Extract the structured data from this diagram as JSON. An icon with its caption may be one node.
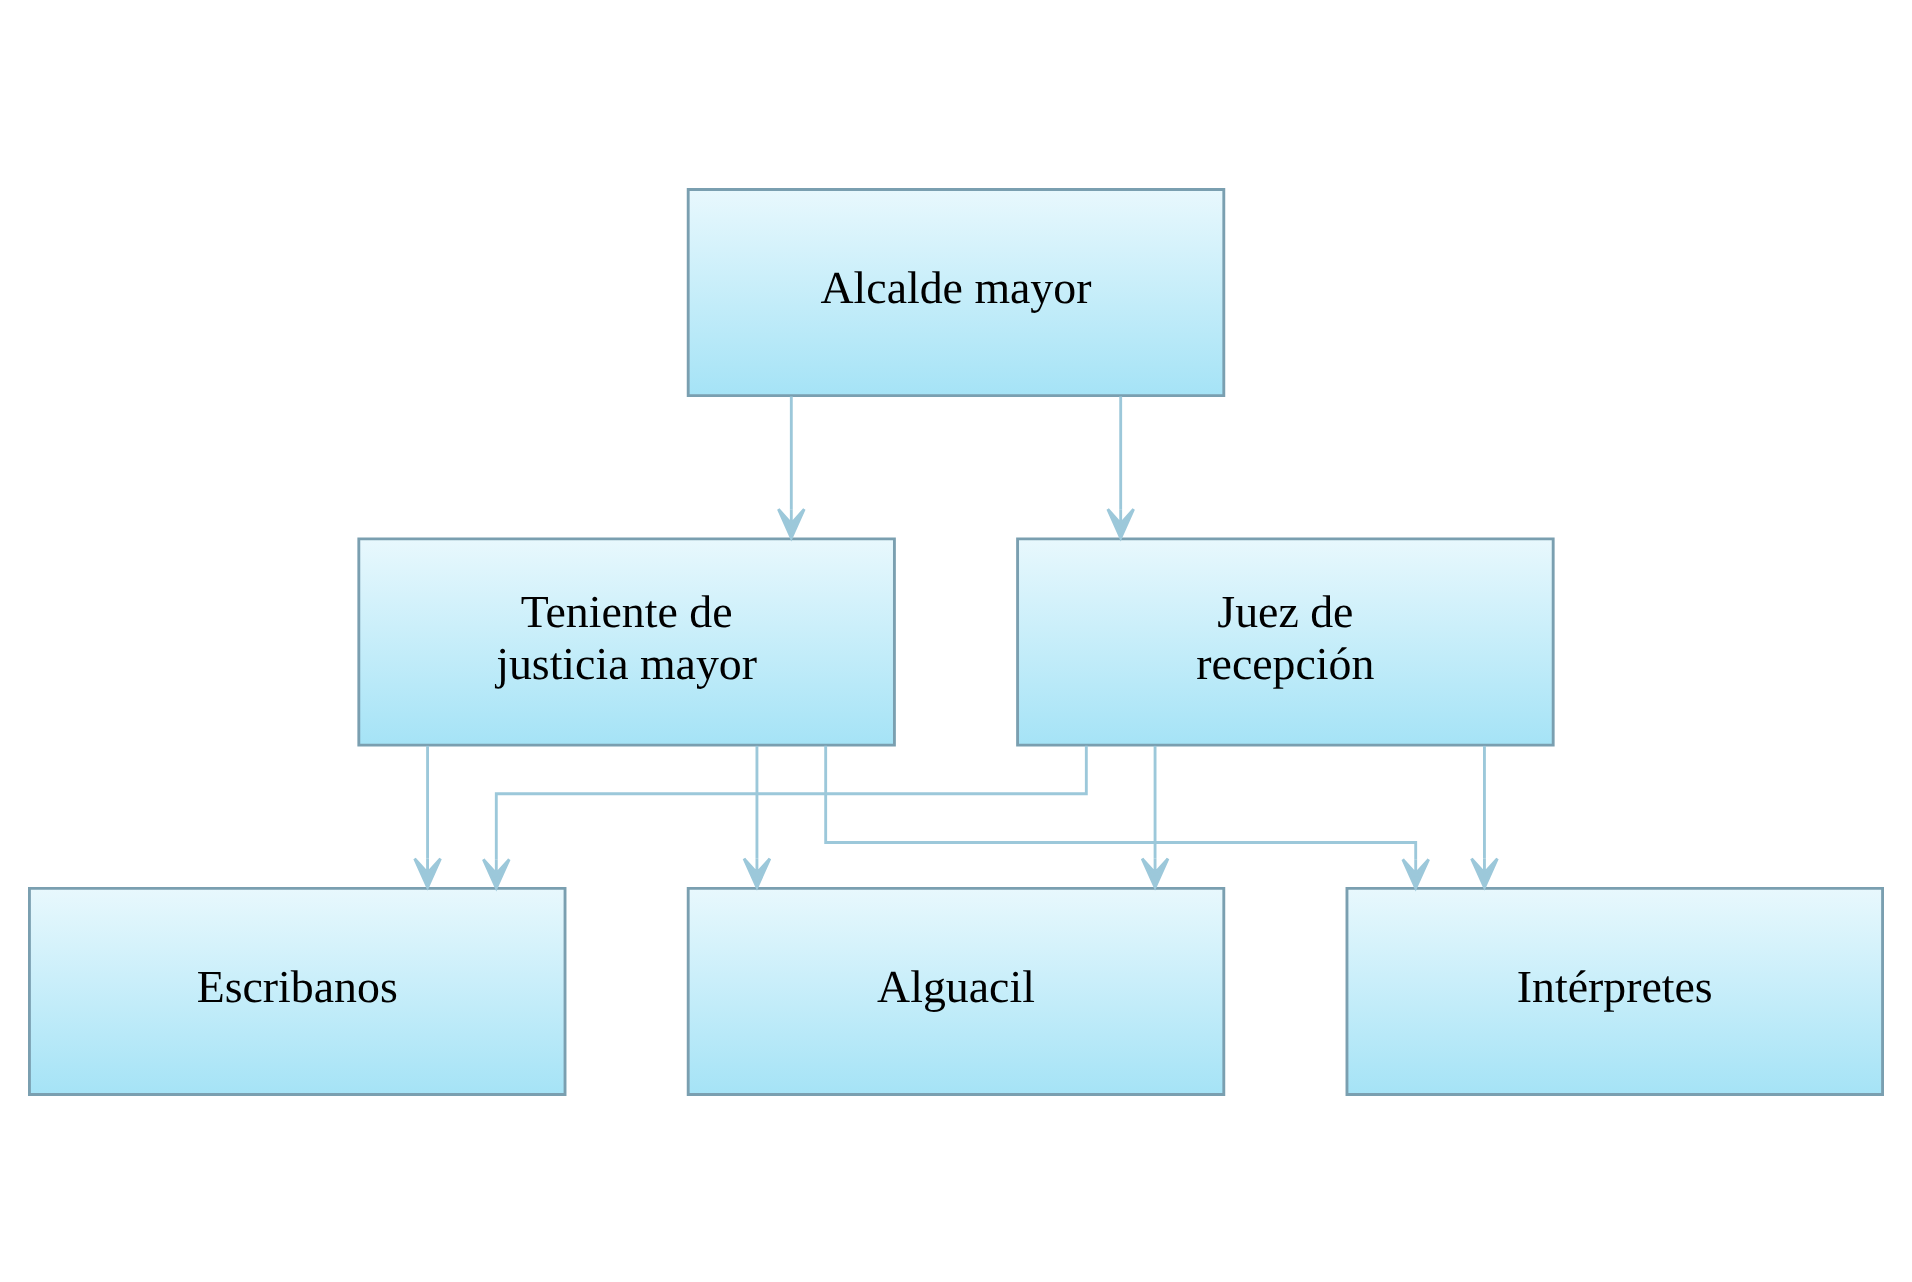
{
  "diagram": {
    "nodes": [
      {
        "text": [
          "Alcalde mayor"
        ]
      },
      {
        "text": [
          "Teniente de justicia mayor"
        ]
      },
      {
        "text": [
          "Juez de recepción"
        ]
      },
      {
        "text": [
          "Escribanos"
        ]
      },
      {
        "text": [
          "Alguacil"
        ]
      },
      {
        "text": [
          "Intérpretes"
        ]
      }
    ],
    "edges": [
      {
        "from": 0,
        "to": 1,
        "arrow": "to"
      },
      {
        "from": 0,
        "to": 2,
        "arrow": "to"
      },
      {
        "from": 1,
        "to": 3,
        "arrow": "to"
      },
      {
        "from": 1,
        "to": 4,
        "arrow": "to"
      },
      {
        "from": 1,
        "to": 5,
        "arrow": "to"
      },
      {
        "from": 2,
        "to": 3,
        "arrow": "to"
      },
      {
        "from": 2,
        "to": 4,
        "arrow": "to"
      },
      {
        "from": 2,
        "to": 5,
        "arrow": "to"
      }
    ]
  }
}
